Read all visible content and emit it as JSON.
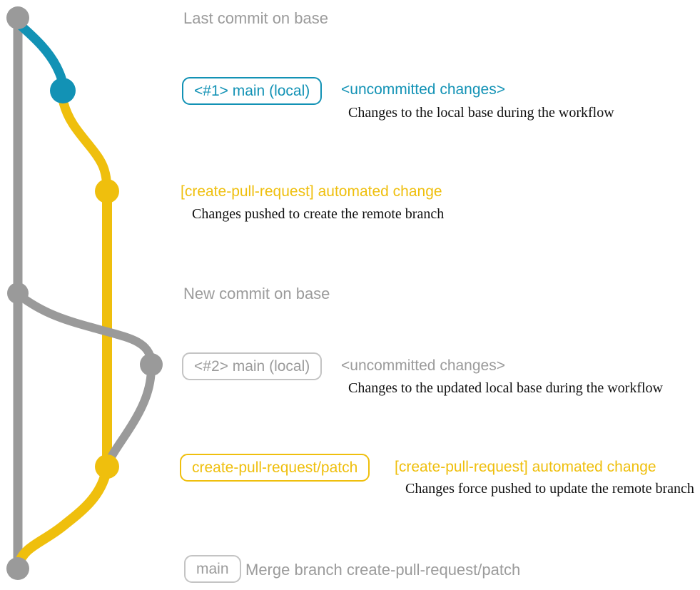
{
  "diagram": {
    "type": "git-branch-workflow",
    "colors": {
      "base_branch_gray": "#9a9a9a",
      "local_changes_blue": "#1292b5",
      "patch_branch_yellow": "#efbf0d",
      "caption_text": "#111111"
    },
    "branches": [
      {
        "name": "base",
        "color": "#9a9a9a"
      },
      {
        "name": "main (local)",
        "color": "#1292b5"
      },
      {
        "name": "create-pull-request/patch",
        "color": "#efbf0d"
      }
    ],
    "rows": {
      "last_commit": {
        "title": "Last commit on base"
      },
      "commit_1": {
        "badge": "<#1> main (local)",
        "heading": "<uncommitted changes>",
        "caption": "Changes to the local base during the workflow"
      },
      "commit_2": {
        "heading": "[create-pull-request] automated change",
        "caption": "Changes pushed to create the remote branch"
      },
      "new_commit": {
        "title": "New commit on base"
      },
      "commit_3": {
        "badge": "<#2> main (local)",
        "heading": "<uncommitted changes>",
        "caption": "Changes to the updated local base during the workflow"
      },
      "commit_4": {
        "badge": "create-pull-request/patch",
        "heading": "[create-pull-request] automated change",
        "caption": "Changes force pushed to update the remote branch"
      },
      "merge_commit": {
        "badge": "main",
        "title": "Merge branch create-pull-request/patch"
      }
    }
  }
}
